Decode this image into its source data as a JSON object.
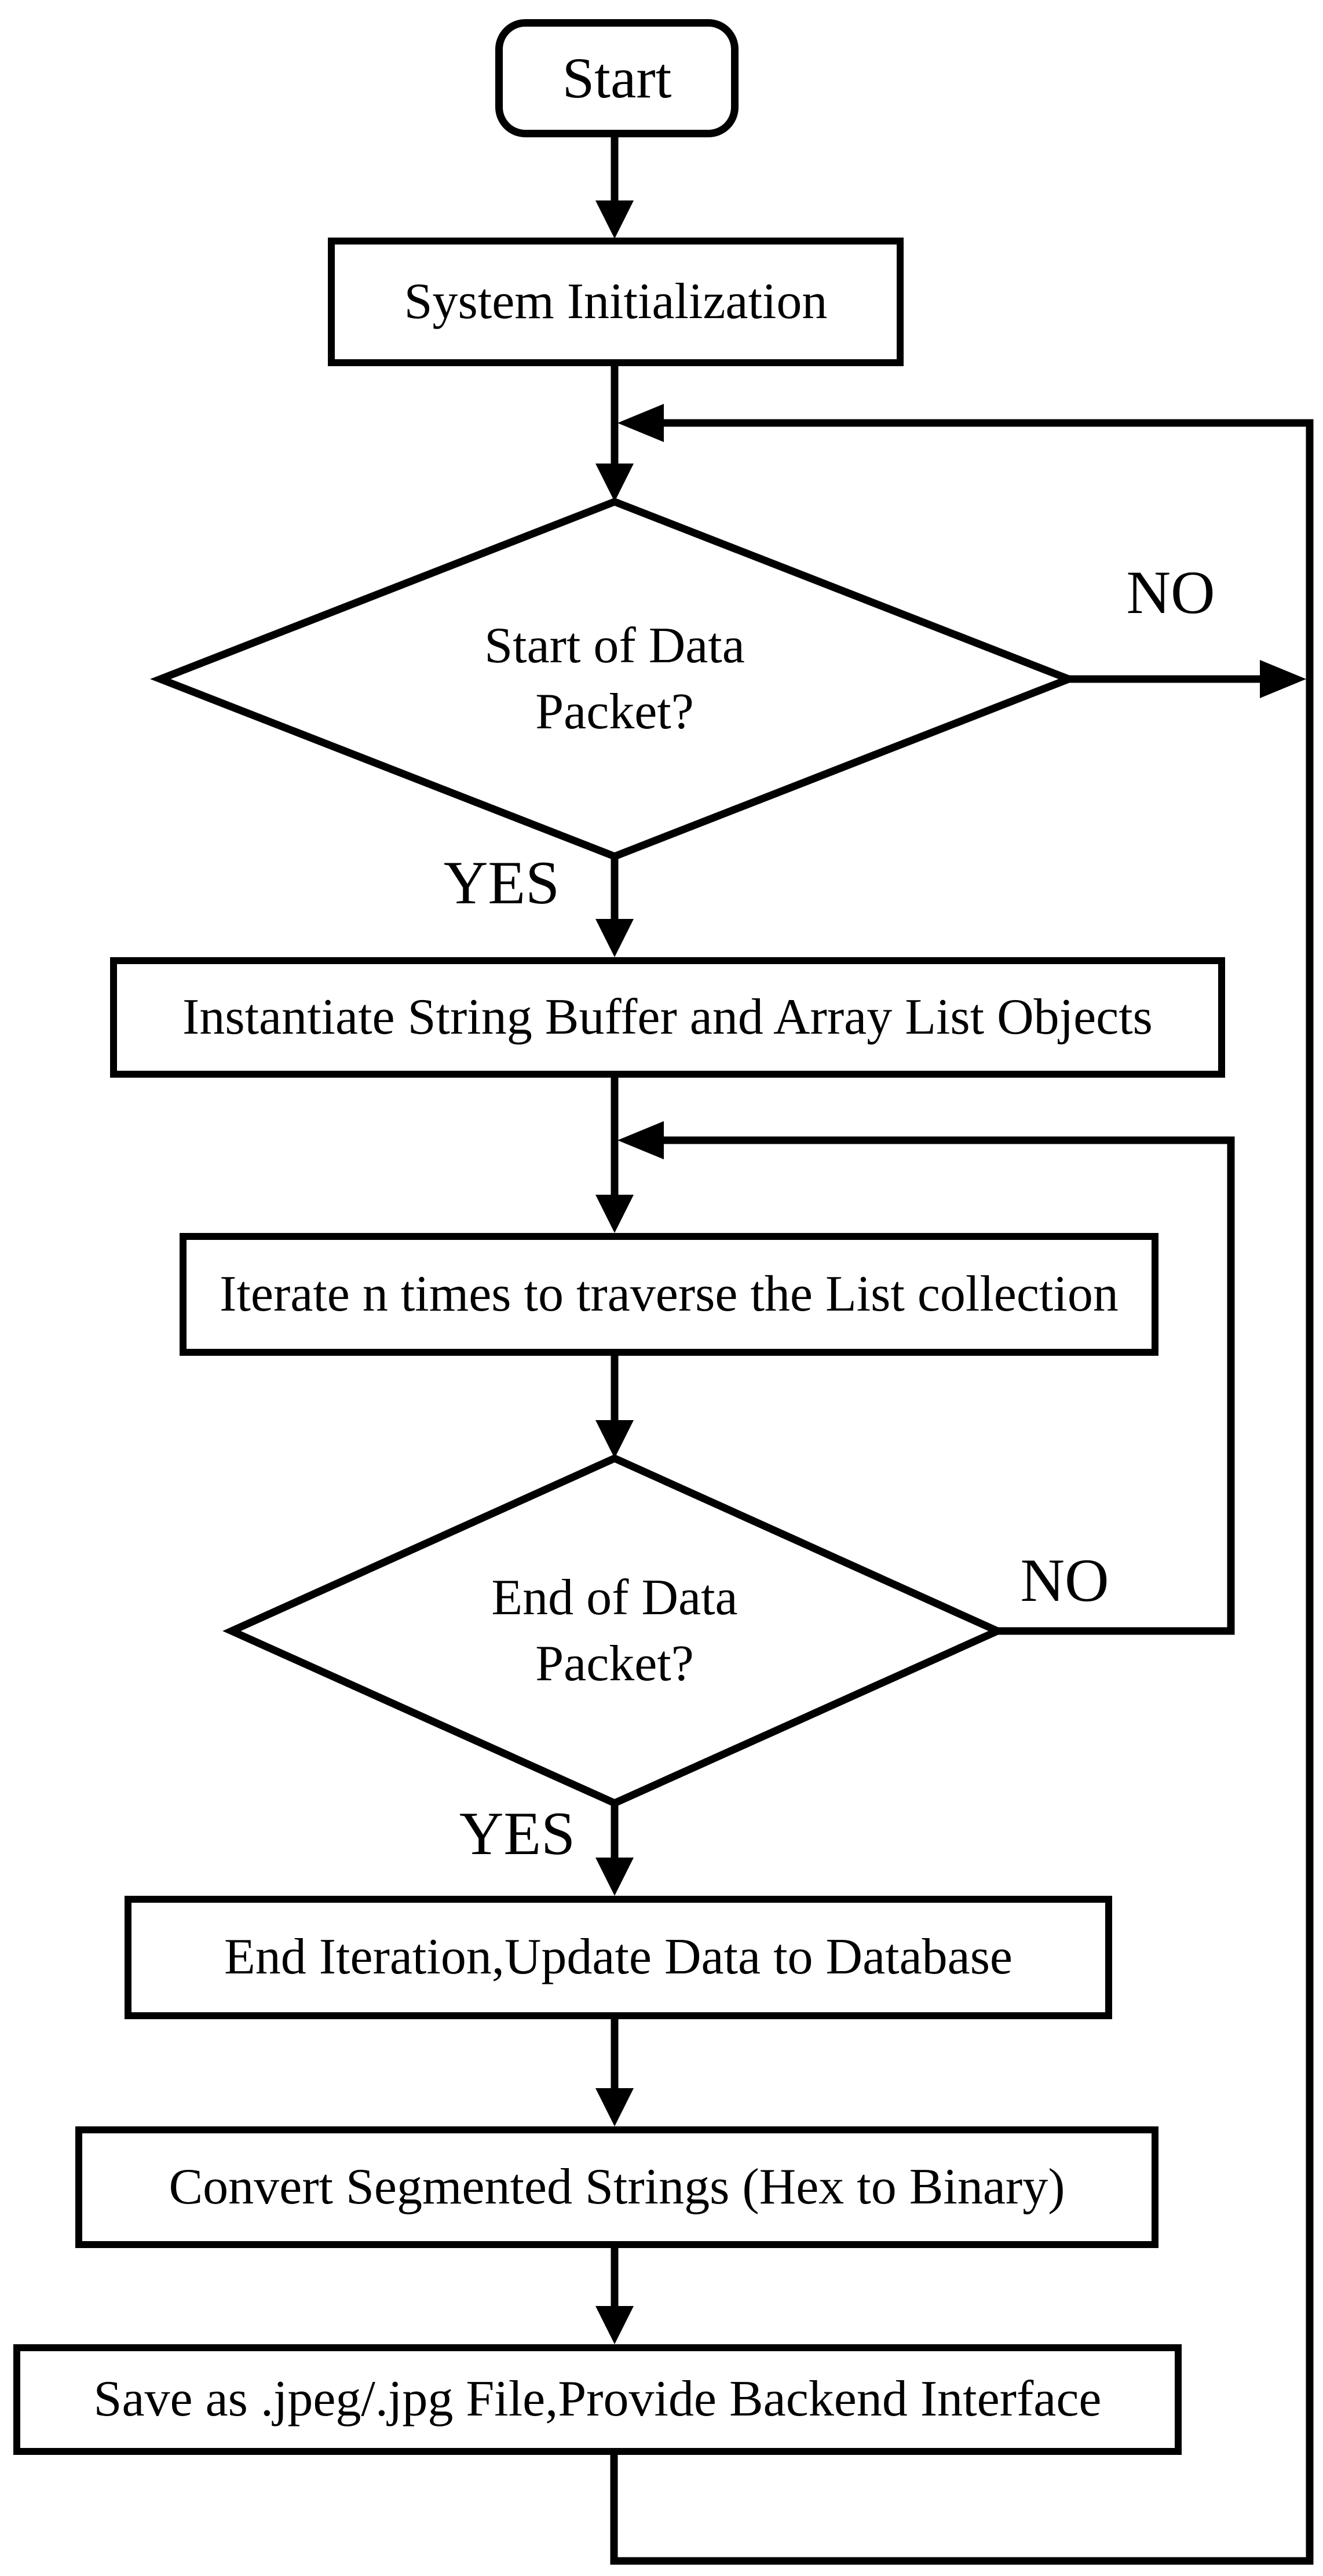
{
  "flowchart": {
    "nodes": {
      "start": {
        "label": "Start",
        "shape": "terminator"
      },
      "system_initialization": {
        "label": "System Initialization",
        "shape": "process"
      },
      "start_of_data_packet": {
        "label_line1": "Start of Data",
        "label_line2": "Packet?",
        "shape": "decision"
      },
      "instantiate_objects": {
        "label": "Instantiate String Buffer and Array List Objects",
        "shape": "process"
      },
      "iterate_list": {
        "label": "Iterate n times to traverse the List collection",
        "shape": "process"
      },
      "end_of_data_packet": {
        "label_line1": "End of Data",
        "label_line2": "Packet?",
        "shape": "decision"
      },
      "end_iteration": {
        "label": "End Iteration,Update Data to Database",
        "shape": "process"
      },
      "convert_strings": {
        "label": "Convert Segmented Strings (Hex to Binary)",
        "shape": "process"
      },
      "save_file": {
        "label": "Save as .jpeg/.jpg File,Provide Backend Interface",
        "shape": "process"
      }
    },
    "branch_labels": {
      "start_of_data_packet": {
        "yes": "YES",
        "no": "NO"
      },
      "end_of_data_packet": {
        "yes": "YES",
        "no": "NO"
      }
    },
    "colors": {
      "background": "#ffffff",
      "stroke": "#000000",
      "text": "#000000"
    }
  }
}
